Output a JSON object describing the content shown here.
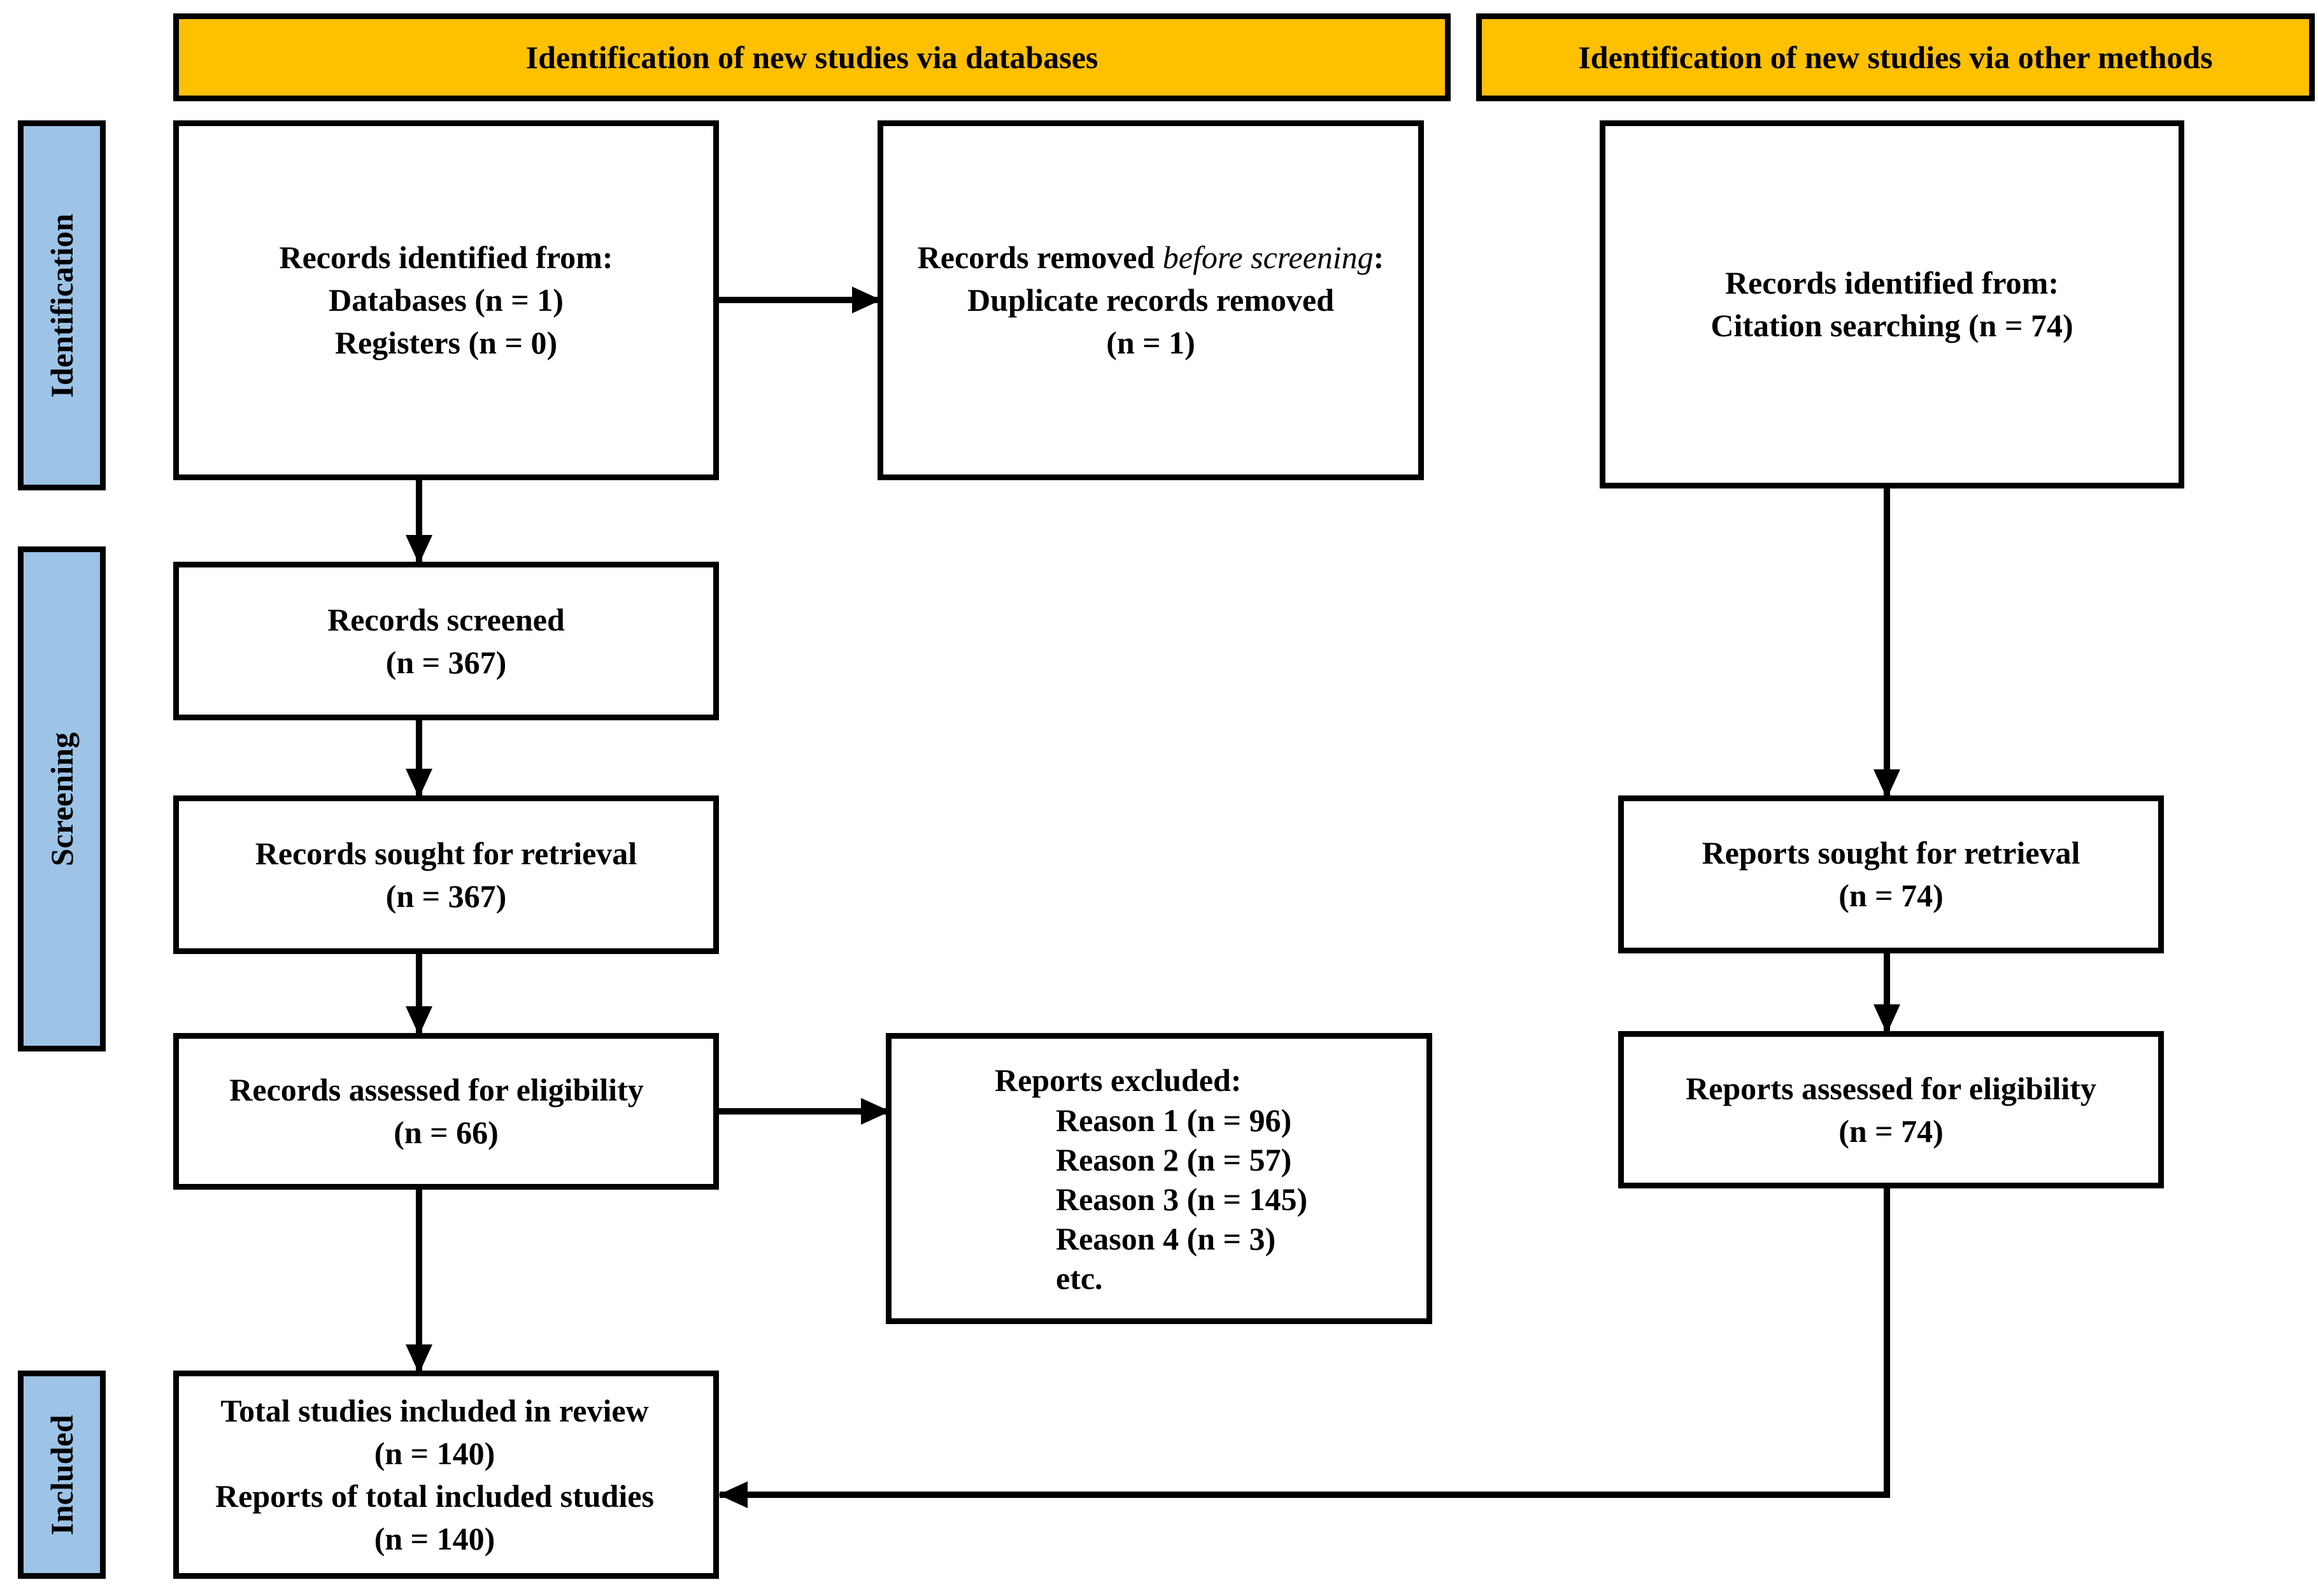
{
  "headers": {
    "databases": "Identification of new studies via databases",
    "other": "Identification of new studies via other methods"
  },
  "phases": {
    "identification": "Identification",
    "screening": "Screening",
    "included": "Included"
  },
  "boxes": {
    "records_identified": {
      "line1": "Records identified from:",
      "line2": "Databases (n = 1)",
      "line3": "Registers (n = 0)"
    },
    "records_removed": {
      "line1_prefix": "Records removed ",
      "line1_italic": "before screening",
      "line1_suffix": ":",
      "line2": "Duplicate records removed",
      "line3": "(n = 1)"
    },
    "citation_identified": {
      "line1": "Records identified from:",
      "line2": "Citation searching (n = 74)"
    },
    "records_screened": {
      "line1": "Records screened",
      "line2": "(n = 367)"
    },
    "records_sought": {
      "line1": "Records sought for retrieval",
      "line2": "(n = 367)"
    },
    "reports_sought_other": {
      "line1": "Reports sought for retrieval",
      "line2": "(n = 74)"
    },
    "records_assessed": {
      "line1": "Records assessed for eligibility",
      "line2": "(n = 66)"
    },
    "reports_excluded": {
      "title": "Reports excluded:",
      "reasons": [
        "Reason 1 (n = 96)",
        "Reason 2 (n = 57)",
        "Reason 3 (n = 145)",
        "Reason 4 (n = 3)",
        "etc."
      ]
    },
    "reports_assessed_other": {
      "line1": "Reports assessed for eligibility",
      "line2": "(n = 74)"
    },
    "total_included": {
      "line1": "Total studies included in review",
      "line2": "(n = 140)",
      "line3": "Reports of total included studies",
      "line4": "(n = 140)"
    }
  },
  "colors": {
    "header_fill": "#FFC000",
    "phase_fill": "#9DC3E6",
    "border": "#000000"
  }
}
